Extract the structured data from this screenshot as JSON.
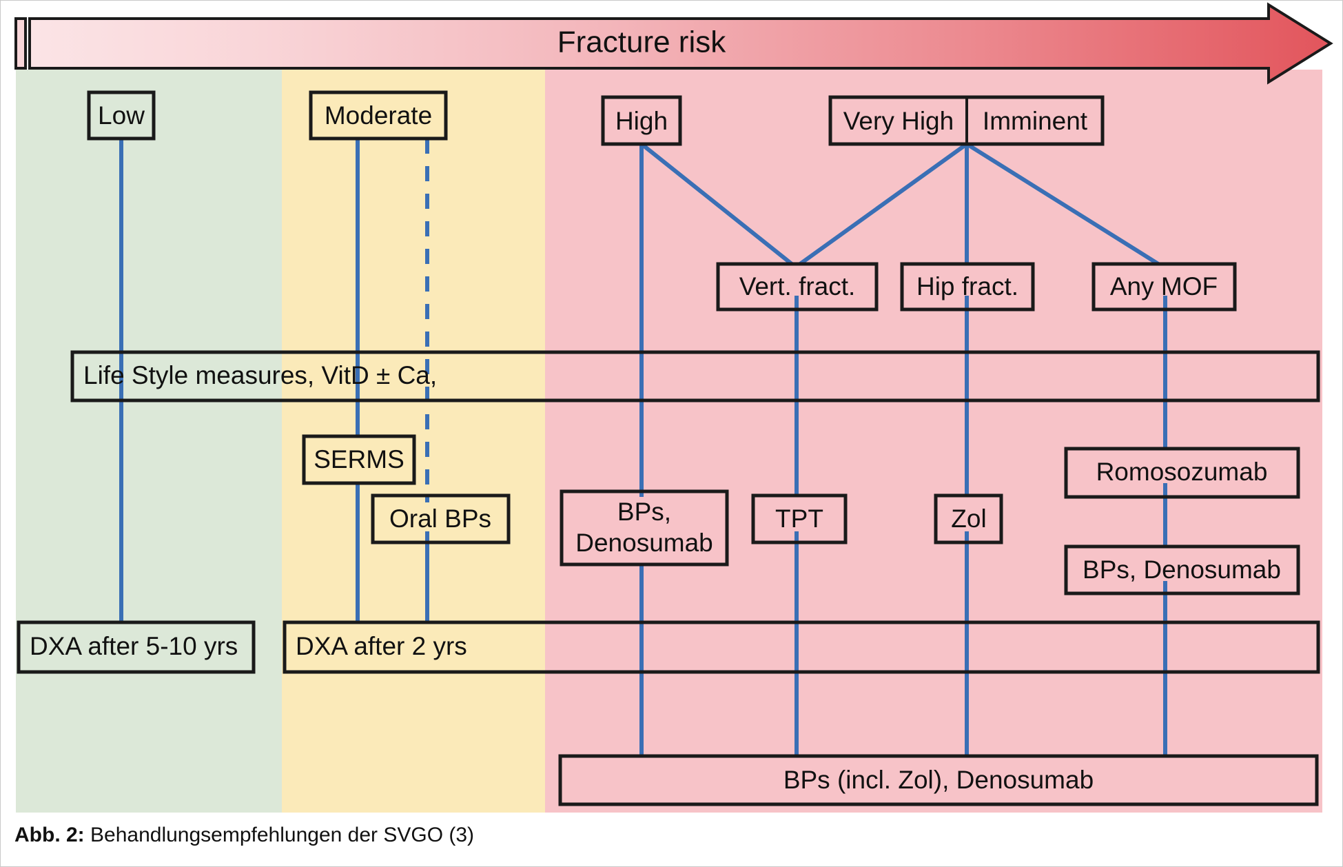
{
  "figure": {
    "caption_label": "Abb. 2:",
    "caption_text": " Behandlungsempfehlungen der SVGO (3)"
  },
  "arrow": {
    "title": "Fracture risk",
    "gradient_from": "#fbe4e6",
    "gradient_to": "#e8656a"
  },
  "bands": [
    {
      "name": "low-risk-band",
      "color": "#dce8d8"
    },
    {
      "name": "moderate-risk-band",
      "color": "#fbeab9"
    },
    {
      "name": "high-risk-band",
      "color": "#f7c3c8"
    }
  ],
  "risk_levels": [
    {
      "id": "low",
      "label": "Low"
    },
    {
      "id": "moderate",
      "label": "Moderate"
    },
    {
      "id": "high",
      "label": "High"
    },
    {
      "id": "very-high",
      "label": "Very High"
    },
    {
      "id": "imminent",
      "label": "Imminent"
    }
  ],
  "fracture_types": [
    {
      "id": "vert-fract",
      "label": "Vert. fract."
    },
    {
      "id": "hip-fract",
      "label": "Hip fract."
    },
    {
      "id": "any-mof",
      "label": "Any MOF"
    }
  ],
  "bars": {
    "lifestyle": "Life Style measures, VitD ± Ca,",
    "dxa_low": "DXA after 5-10 yrs",
    "dxa_moderate": "DXA after 2 yrs",
    "maintenance": "BPs (incl. Zol), Denosumab"
  },
  "treatments": [
    {
      "id": "serms",
      "label": "SERMS"
    },
    {
      "id": "oral-bps",
      "label": "Oral BPs"
    },
    {
      "id": "bps-denosumab-high",
      "line1": "BPs,",
      "line2": "Denosumab"
    },
    {
      "id": "tpt",
      "label": "TPT"
    },
    {
      "id": "zol",
      "label": "Zol"
    },
    {
      "id": "romosozumab",
      "label": "Romosozumab"
    },
    {
      "id": "bps-denosumab-mof",
      "label": "BPs, Denosumab"
    }
  ],
  "colors": {
    "connector": "#3a6fb5",
    "box_stroke": "#1a1a1a",
    "text": "#111111"
  }
}
